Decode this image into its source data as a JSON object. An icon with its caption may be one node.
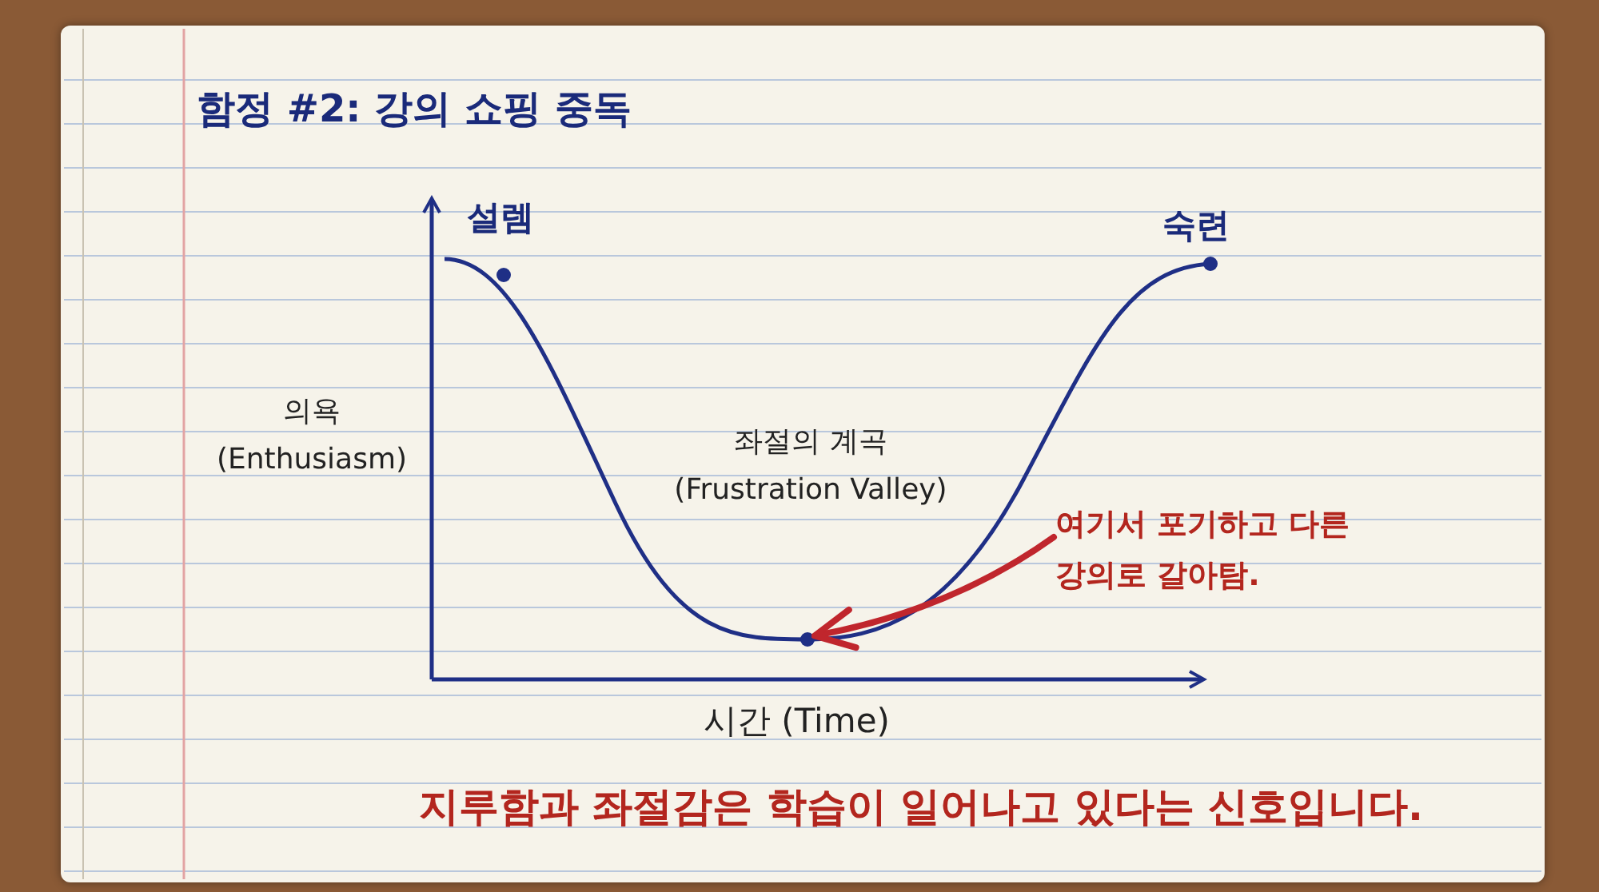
{
  "diagram": {
    "title": "함정 #2: 강의 쇼핑 중독",
    "caption": "지루함과 좌절감은 학습이 일어나고 있다는 신호입니다.",
    "nodes": [
      {
        "text": [
          "여기서 포기하고 다른 강의로 갈아탐."
        ]
      },
      {
        "text": [],
        "shape": "circle"
      }
    ],
    "edges": [
      {
        "from": 0,
        "to": 1,
        "arrow": "to"
      }
    ],
    "labels": [
      "설렘",
      "숙련",
      "의욕 (Enthusiasm)",
      "좌절의 계곡 (Frustration Valley)",
      "시간 (Time)"
    ]
  }
}
